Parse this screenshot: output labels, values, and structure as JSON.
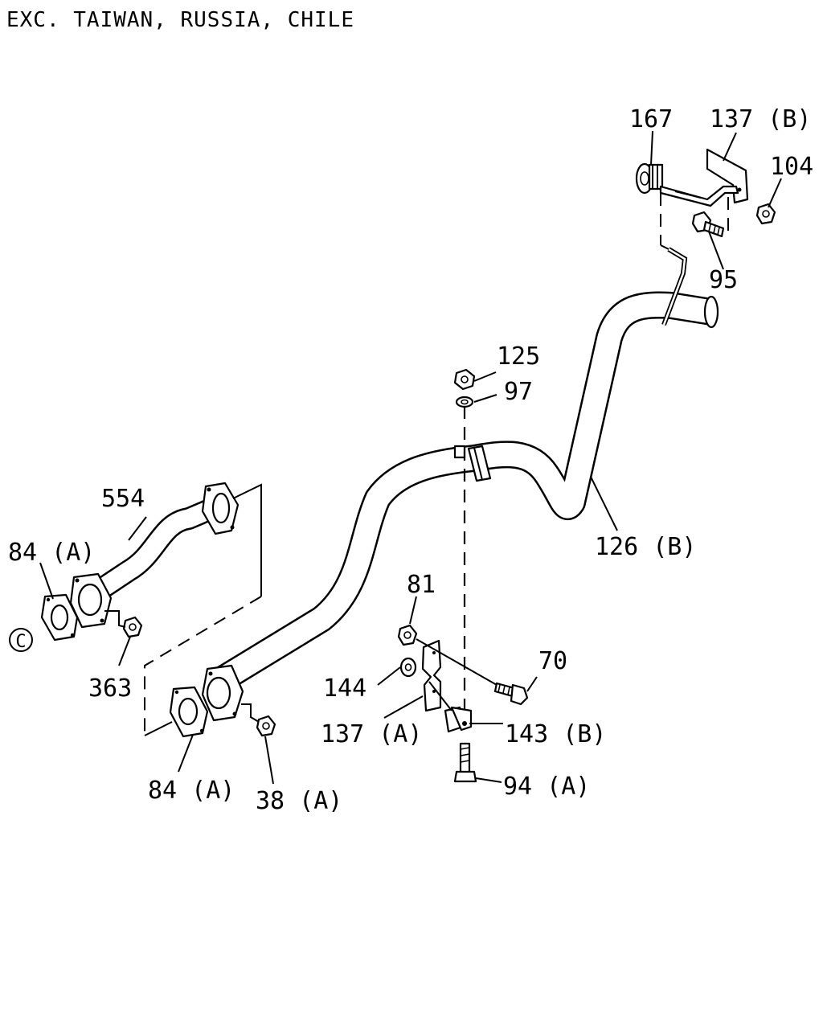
{
  "title": "EXC. TAIWAN, RUSSIA, CHILE",
  "callouts": {
    "p167": "167",
    "p137b": "137 (B)",
    "p104": "104",
    "p95": "95",
    "p125": "125",
    "p97": "97",
    "p554": "554",
    "p84a_top": "84 (A)",
    "p126b": "126 (B)",
    "p81": "81",
    "p70": "70",
    "p144": "144",
    "p363": "363",
    "p137a": "137 (A)",
    "p143b": "143 (B)",
    "p84a_bottom": "84 (A)",
    "p38a": "38 (A)",
    "p94a": "94 (A)",
    "ref_c": "C"
  }
}
